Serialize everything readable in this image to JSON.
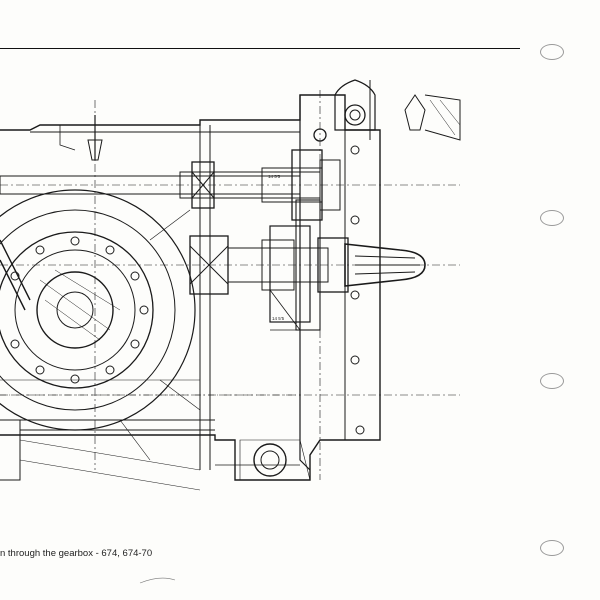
{
  "document": {
    "caption": "n through the gearbox - 674, 674-70",
    "callouts": {
      "c1": "14  5'5",
      "c2": "14  5'5"
    }
  },
  "binder_holes": [
    {
      "name": "binder-hole-1"
    },
    {
      "name": "binder-hole-2"
    },
    {
      "name": "binder-hole-3"
    },
    {
      "name": "binder-hole-4"
    }
  ]
}
